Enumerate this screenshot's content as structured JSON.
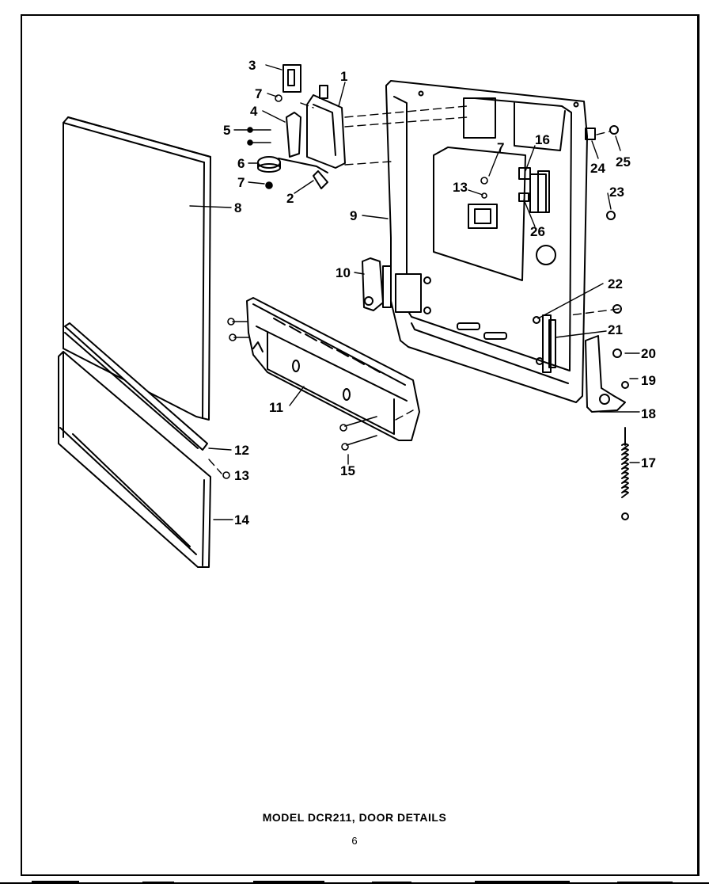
{
  "caption": "MODEL DCR211, DOOR DETAILS",
  "page_number": "6",
  "callouts": [
    "1",
    "2",
    "3",
    "4",
    "5",
    "6",
    "7",
    "7",
    "7",
    "8",
    "9",
    "10",
    "11",
    "12",
    "13",
    "13",
    "14",
    "15",
    "16",
    "17",
    "18",
    "19",
    "20",
    "21",
    "22",
    "23",
    "24",
    "25",
    "26"
  ],
  "colors": {
    "ink": "#000000",
    "paper": "#ffffff"
  }
}
